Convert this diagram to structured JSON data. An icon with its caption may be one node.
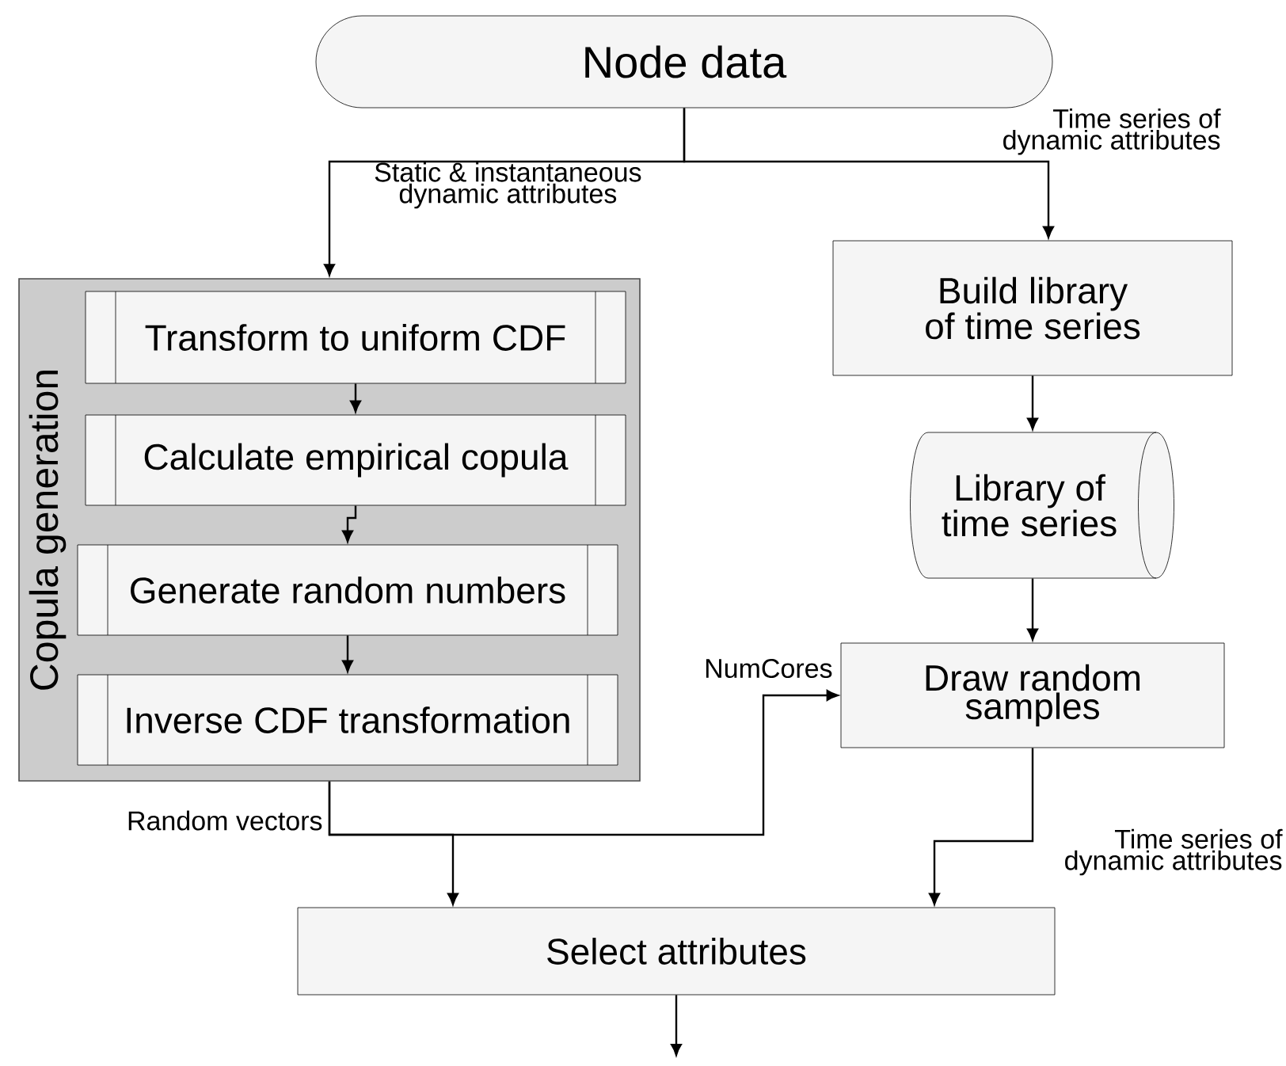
{
  "diagram": {
    "nodes": [
      {
        "text": [
          "Node data"
        ]
      },
      {
        "text": [
          "Copula generation"
        ]
      },
      {
        "text": [
          "Transform to uniform CDF"
        ],
        "in": 1
      },
      {
        "text": [
          "Calculate empirical copula"
        ],
        "in": 1
      },
      {
        "text": [
          "Generate random numbers"
        ],
        "in": 1
      },
      {
        "text": [
          "Inverse CDF transformation"
        ],
        "in": 1
      },
      {
        "text": [
          "Build library of time series"
        ]
      },
      {
        "text": [
          "Library of time series"
        ]
      },
      {
        "text": [
          "Draw random samples"
        ]
      },
      {
        "text": [
          "Select attributes"
        ]
      }
    ],
    "edges": [
      {
        "from": 0,
        "to": 1,
        "arrow": "to",
        "label": "Static & instantaneous dynamic attributes"
      },
      {
        "from": 0,
        "to": 6,
        "arrow": "to",
        "label": "Time series of dynamic attributes"
      },
      {
        "from": 2,
        "to": 3,
        "arrow": "to"
      },
      {
        "from": 3,
        "to": 4,
        "arrow": "to"
      },
      {
        "from": 4,
        "to": 5,
        "arrow": "to"
      },
      {
        "from": 6,
        "to": 7,
        "arrow": "to"
      },
      {
        "from": 7,
        "to": 8,
        "arrow": "to"
      },
      {
        "from": 1,
        "to": 9,
        "arrow": "to",
        "label": "Random vectors"
      },
      {
        "from": 1,
        "to": 8,
        "arrow": "to",
        "label": "NumCores"
      },
      {
        "from": 8,
        "to": 9,
        "arrow": "to",
        "label": "Time series of dynamic attributes"
      },
      {
        "from": 9,
        "to": null,
        "arrow": "to"
      }
    ]
  }
}
